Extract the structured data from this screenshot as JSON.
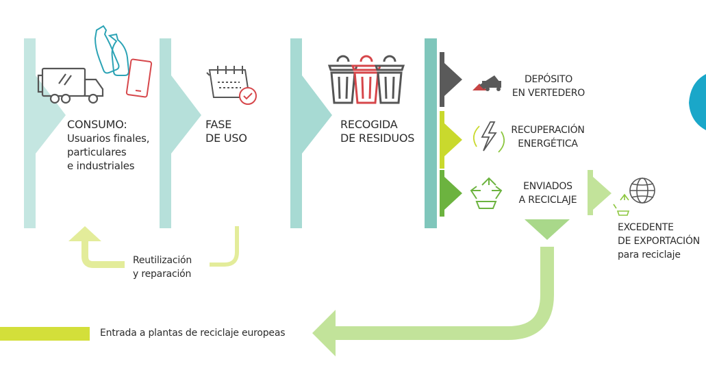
{
  "colors": {
    "teal_light": "#c4e6e1",
    "teal": "#a7dad3",
    "teal_dark": "#7fc6bb",
    "green_light": "#bfe08e",
    "green": "#8cc63f",
    "green_mid": "#6cb33f",
    "lime": "#c9d92d",
    "lime_bar": "#d3df3a",
    "yellow_pale": "#e3ec9a",
    "gray_dark": "#5a5a5a",
    "red": "#d6464a",
    "cyan": "#1aa7c9"
  },
  "stages": {
    "consumo": {
      "line1": "CONSUMO:",
      "line2": "Usuarios finales,",
      "line3": "particulares",
      "line4": "e industriales"
    },
    "fase_uso": {
      "line1": "FASE",
      "line2": "DE USO"
    },
    "recogida": {
      "line1": "RECOGIDA",
      "line2": "DE RESIDUOS"
    }
  },
  "outputs": {
    "vertedero": {
      "line1": "DEPÓSITO",
      "line2": "EN VERTEDERO",
      "icon": "landfill-truck-icon"
    },
    "energetica": {
      "line1": "RECUPERACIÓN",
      "line2": "ENERGÉTICA",
      "icon": "lightning-icon"
    },
    "reciclaje": {
      "line1": "ENVIADOS",
      "line2": "A RECICLAJE",
      "icon": "recycle-icon"
    }
  },
  "export": {
    "line1": "EXCEDENTE",
    "line2": "DE EXPORTACIÓN",
    "line3": "para reciclaje",
    "icon": "globe-icon"
  },
  "reuse": {
    "line1": "Reutilización",
    "line2": "y reparación"
  },
  "entrance": {
    "label": "Entrada a plantas de reciclaje europeas"
  },
  "icons": [
    "bottles-icon",
    "truck-icon",
    "phone-icon",
    "calendar-icon",
    "waste-bins-icon"
  ]
}
